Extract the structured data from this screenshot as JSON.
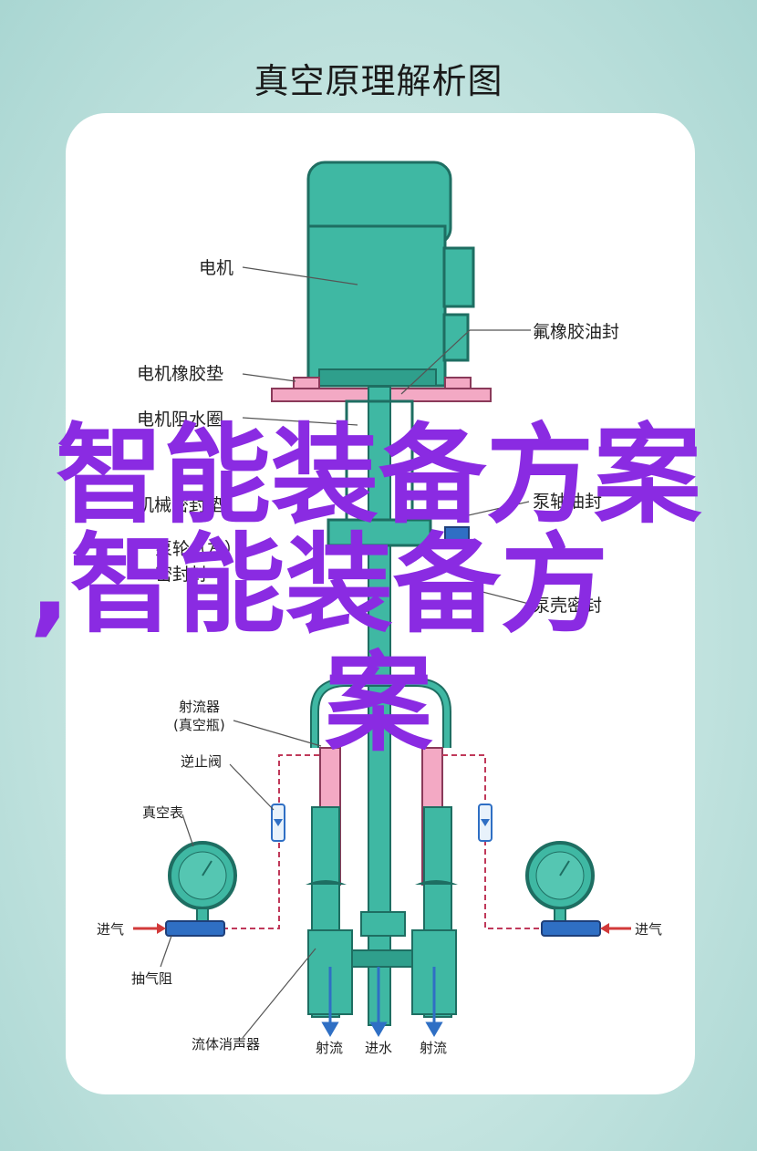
{
  "page_title": "真空原理解析图",
  "labels": {
    "motor": "电机",
    "fluoro_seal": "氟橡胶油封",
    "motor_gasket": "电机橡胶垫",
    "motor_water_ring": "电机阻水圈",
    "mech_gasket": "机械密封垫",
    "shaft_seal": "泵轴油封",
    "pump_seal_a": "泵轮（左）",
    "pump_seal_b": "密封封",
    "casing_seal": "泵壳密封",
    "ejector": "射流器",
    "ejector_sub": "(真空瓶)",
    "check_valve": "逆止阀",
    "vacuum_gauge": "真空表",
    "inlet_left": "进气",
    "inlet_right": "进气",
    "suction_resist": "抽气阻",
    "silencer": "流体消声器",
    "jet_left": "射流",
    "water_in": "进水",
    "jet_right": "射流"
  },
  "overlay": {
    "line1": "智能装备方案",
    "line2": ",智能装备方",
    "line3": "案"
  },
  "colors": {
    "teal": "#3fb8a3",
    "teal_dark": "#238f7e",
    "pink": "#f3a9c4",
    "blue": "#2f6fc4",
    "overlay": "#8a2be2"
  }
}
